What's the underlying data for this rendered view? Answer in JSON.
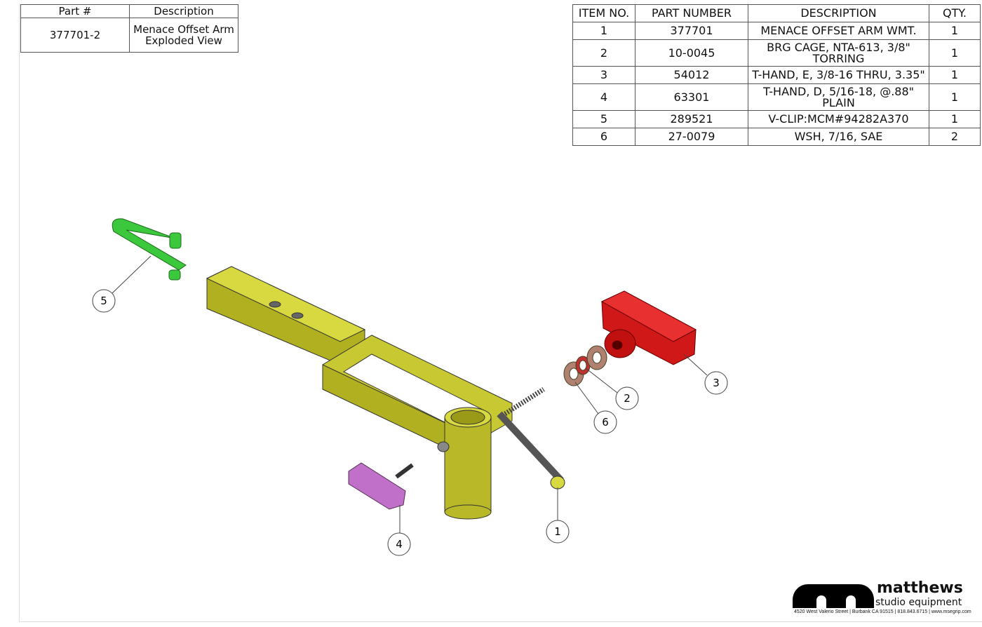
{
  "title_block": {
    "headers": [
      "Part #",
      "Description"
    ],
    "part_number": "377701-2",
    "description": "Menace Offset Arm Exploded View"
  },
  "bom": {
    "headers": [
      "ITEM NO.",
      "PART NUMBER",
      "DESCRIPTION",
      "QTY."
    ],
    "rows": [
      {
        "item": "1",
        "part": "377701",
        "desc": "MENACE OFFSET ARM WMT.",
        "qty": "1"
      },
      {
        "item": "2",
        "part": "10-0045",
        "desc": "BRG CAGE, NTA-613, 3/8\" TORRING",
        "qty": "1"
      },
      {
        "item": "3",
        "part": "54012",
        "desc": "T-HAND, E, 3/8-16 THRU, 3.35\"",
        "qty": "1"
      },
      {
        "item": "4",
        "part": "63301",
        "desc": "T-HAND, D, 5/16-18, @.88\" PLAIN",
        "qty": "1"
      },
      {
        "item": "5",
        "part": "289521",
        "desc": "V-CLIP:MCM#94282A370",
        "qty": "1"
      },
      {
        "item": "6",
        "part": "27-0079",
        "desc": "WSH, 7/16, SAE",
        "qty": "2"
      }
    ]
  },
  "balloons": [
    "1",
    "2",
    "3",
    "4",
    "5",
    "6"
  ],
  "colors": {
    "arm": "#c8c832",
    "clip": "#3cc83c",
    "handle_e": "#d01818",
    "handle_d": "#c070c8",
    "washer": "#b08070"
  },
  "logo": {
    "brand": "matthews",
    "sub": "studio equipment",
    "address": "4520 West Valerio Street  |  Burbank CA 91515  |  818.843.6715  |  www.msegrip.com"
  }
}
